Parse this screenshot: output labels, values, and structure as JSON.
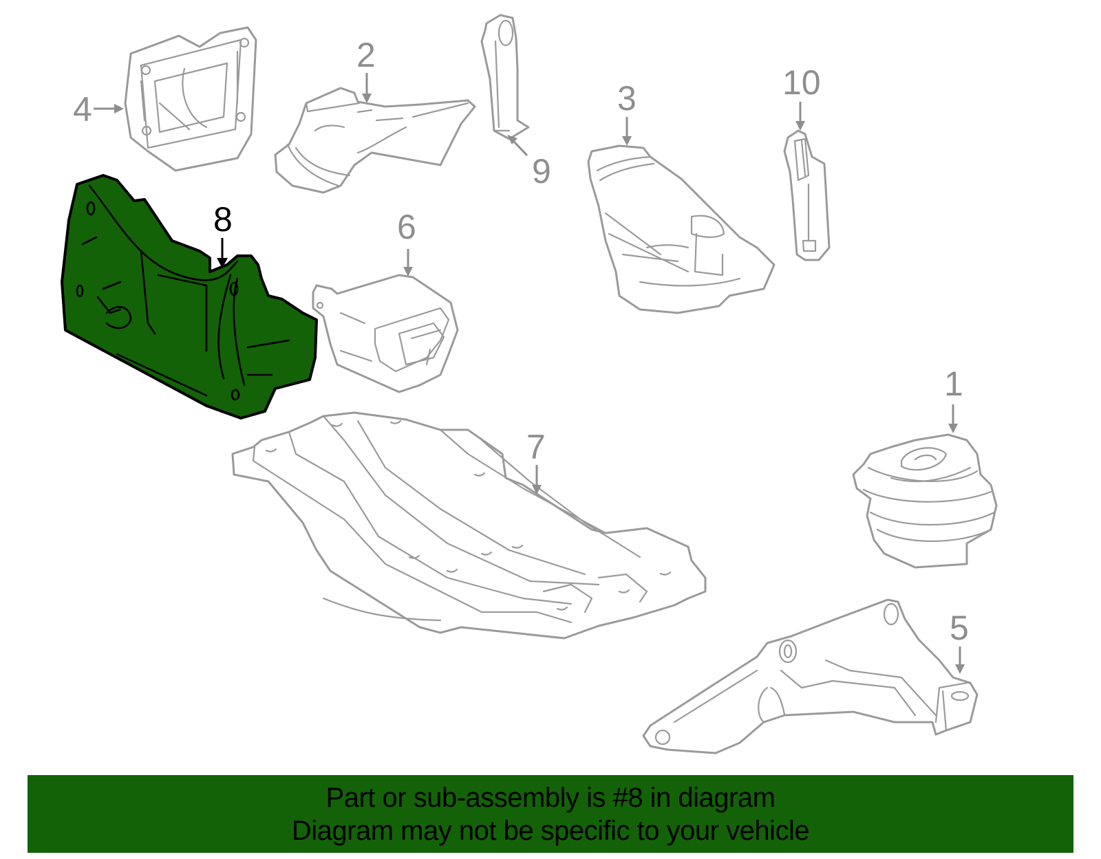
{
  "diagram": {
    "highlight_color": "#136207",
    "line_color": "#9a9a9a",
    "callouts": [
      {
        "id": "1",
        "label": "1"
      },
      {
        "id": "2",
        "label": "2"
      },
      {
        "id": "3",
        "label": "3"
      },
      {
        "id": "4",
        "label": "4"
      },
      {
        "id": "5",
        "label": "5"
      },
      {
        "id": "6",
        "label": "6"
      },
      {
        "id": "7",
        "label": "7"
      },
      {
        "id": "8",
        "label": "8",
        "highlighted": true
      },
      {
        "id": "9",
        "label": "9"
      },
      {
        "id": "10",
        "label": "10"
      }
    ]
  },
  "banner": {
    "line1": "Part or sub-assembly is #8 in diagram",
    "line2": "Diagram may not be specific to your vehicle",
    "background": "#136207"
  }
}
